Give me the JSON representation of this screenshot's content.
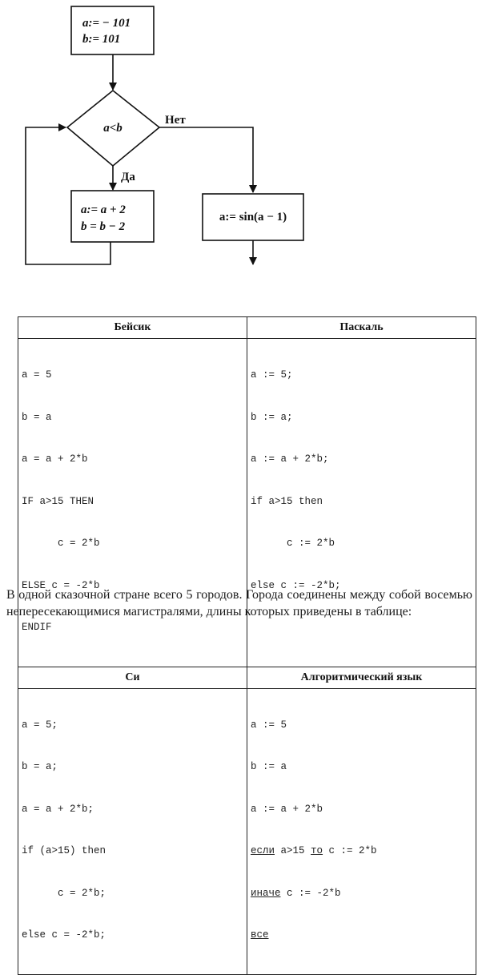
{
  "flowchart": {
    "init_line1": "a:= − 101",
    "init_line2": "b:= 101",
    "condition": "a<b",
    "no_label": "Нет",
    "yes_label": "Да",
    "loop_line1": "a:= a + 2",
    "loop_line2": "b = b − 2",
    "exit_block": "a:= sin(a − 1)"
  },
  "code_table": {
    "headers": [
      "Бейсик",
      "Паскаль",
      "Си",
      "Алгоритмический язык"
    ],
    "basic": [
      "a = 5",
      "b = a",
      "a = a + 2*b",
      "IF a>15 THEN",
      "      c = 2*b",
      "ELSE c = -2*b",
      "ENDIF"
    ],
    "pascal": [
      "a := 5;",
      "b := a;",
      "a := a + 2*b;",
      "if a>15 then",
      "      c := 2*b",
      "else c := -2*b;"
    ],
    "c": [
      "a = 5;",
      "b = a;",
      "a = a + 2*b;",
      "if (a>15) then",
      "      c = 2*b;",
      "else c = -2*b;"
    ],
    "algo": {
      "line1": "a := 5",
      "line2": "b := a",
      "line3": "a := a + 2*b",
      "kw_if": "если",
      "line4_mid": " a>15 ",
      "kw_then": "то",
      "line4_end": " c := 2*b",
      "kw_else": "иначе",
      "line5_end": " c := -2*b",
      "kw_end": "все"
    }
  },
  "task_text": "В одной сказочной стране всего 5 городов. Города соединены между собой восемью непересекающимися магистралями, длины которых приведены в таблице:"
}
